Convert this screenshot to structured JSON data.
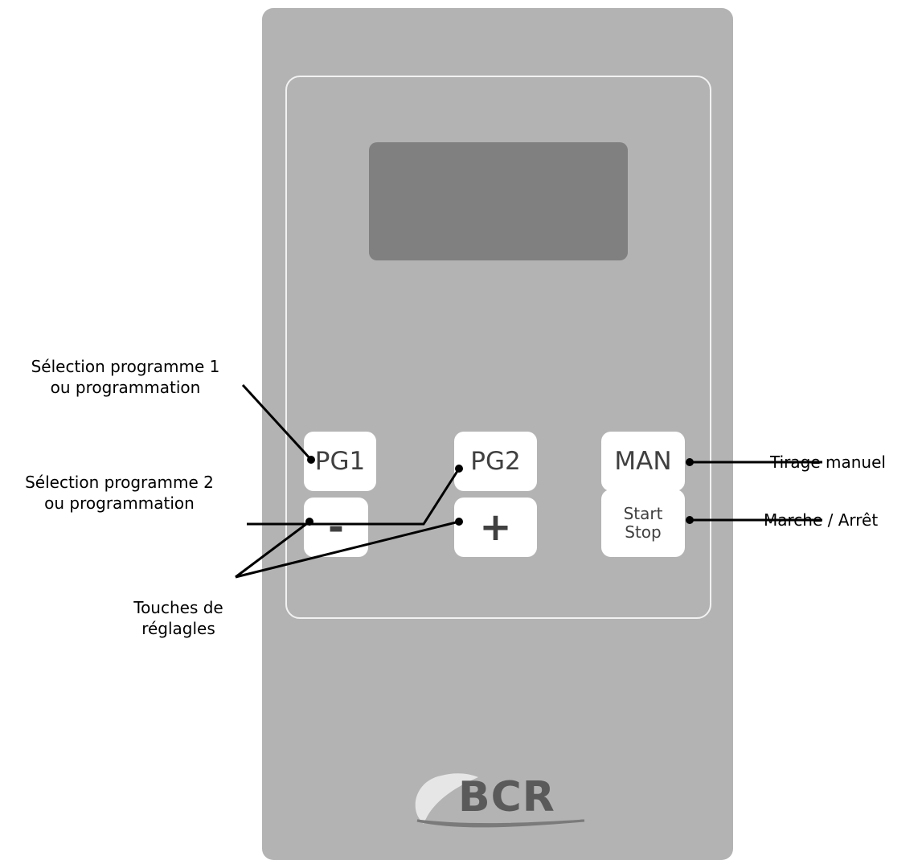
{
  "keys": {
    "pg1": "PG1",
    "pg2": "PG2",
    "man": "MAN",
    "minus": "-",
    "plus": "+",
    "start": "Start",
    "stop": "Stop"
  },
  "labels": {
    "pg1_line1": "Sélection programme 1",
    "pg1_line2": "ou programmation",
    "pg2_line1": "Sélection programme 2",
    "pg2_line2": "ou programmation",
    "man": "Tirage manuel",
    "startstop": "Marche / Arrêt",
    "adjust_line1": "Touches de",
    "adjust_line2": "réglagles"
  },
  "brand": {
    "logo_text": "BCR"
  },
  "colors": {
    "panel": "#b3b3b3",
    "display": "#808080",
    "key_face": "#ffffff",
    "key_text": "#404040"
  }
}
